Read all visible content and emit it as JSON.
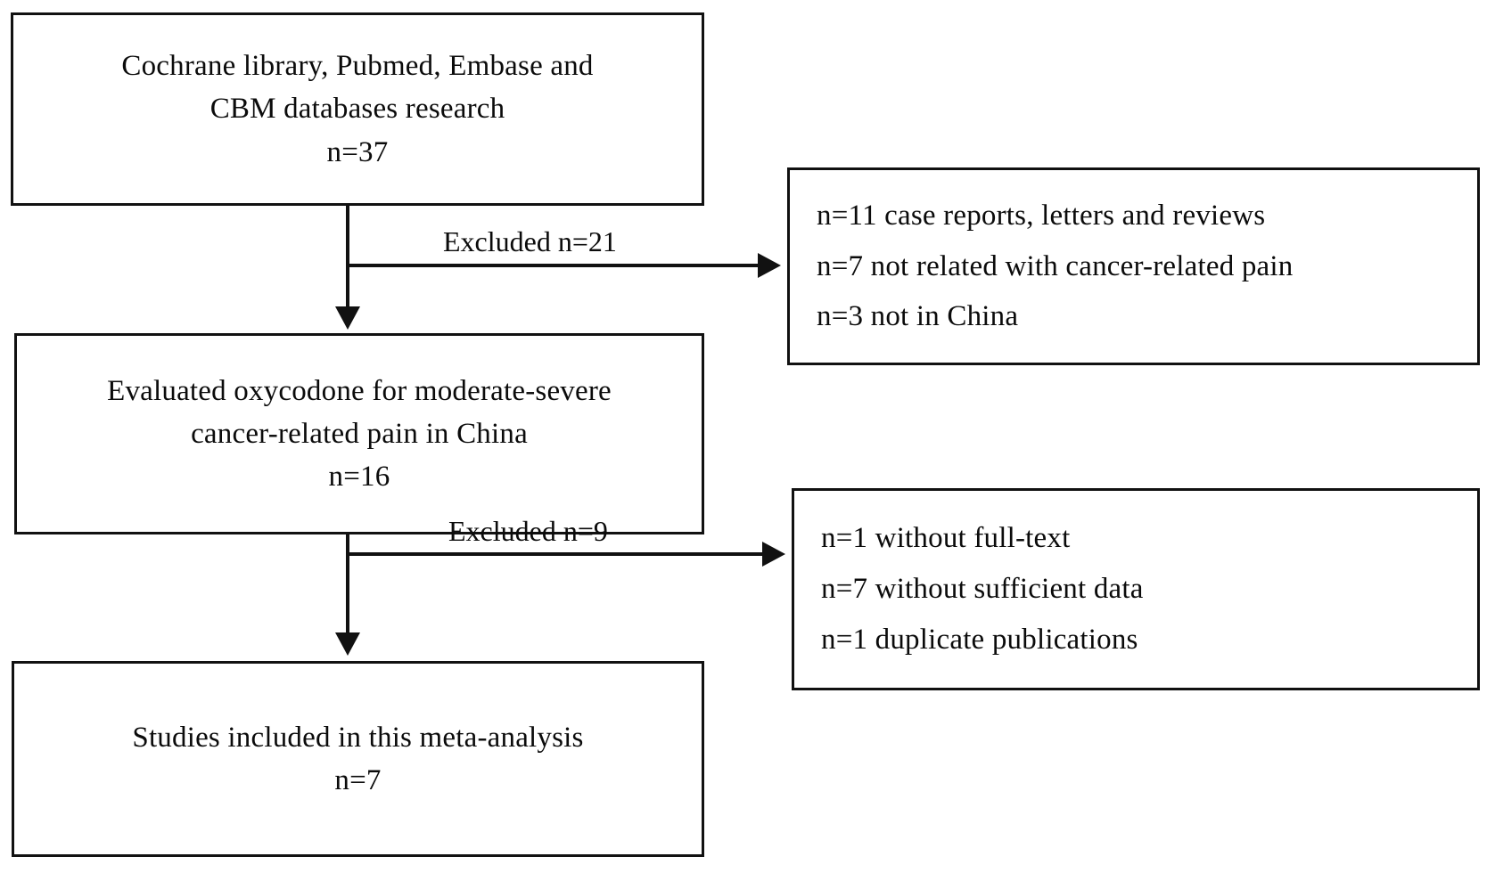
{
  "diagram": {
    "type": "prisma-flow-diagram",
    "background_color": "#ffffff",
    "line_color": "#111111",
    "text_color": "#0b0b0b"
  },
  "boxes": {
    "identification": {
      "line1": "Cochrane library, Pubmed, Embase and",
      "line2": "CBM databases research",
      "line3": "n=37"
    },
    "screening": {
      "line1": "Evaluated oxycodone for moderate-severe",
      "line2": "cancer-related pain in China",
      "line3": "n=16"
    },
    "included": {
      "line1": "Studies included in this meta-analysis",
      "line2": "n=7"
    },
    "exclusion_first": {
      "line1": "n=11 case reports, letters and reviews",
      "line2": "n=7 not related with cancer-related pain",
      "line3": "n=3 not in China"
    },
    "exclusion_second": {
      "line1": "n=1 without full-text",
      "line2": "n=7 without sufficient data",
      "line3": "n=1 duplicate publications"
    }
  },
  "edge_labels": {
    "excluded_first": "Excluded n=21",
    "excluded_second": "Excluded n=9"
  },
  "counts": {
    "records_identified": 37,
    "records_excluded_first_stage": 21,
    "records_screened": 16,
    "records_excluded_second_stage": 9,
    "studies_included": 7,
    "excluded_case_reports_letters_reviews": 11,
    "excluded_not_cancer_related_pain": 7,
    "excluded_not_in_china": 3,
    "excluded_without_full_text": 1,
    "excluded_without_sufficient_data": 7,
    "excluded_duplicate_publications": 1
  }
}
